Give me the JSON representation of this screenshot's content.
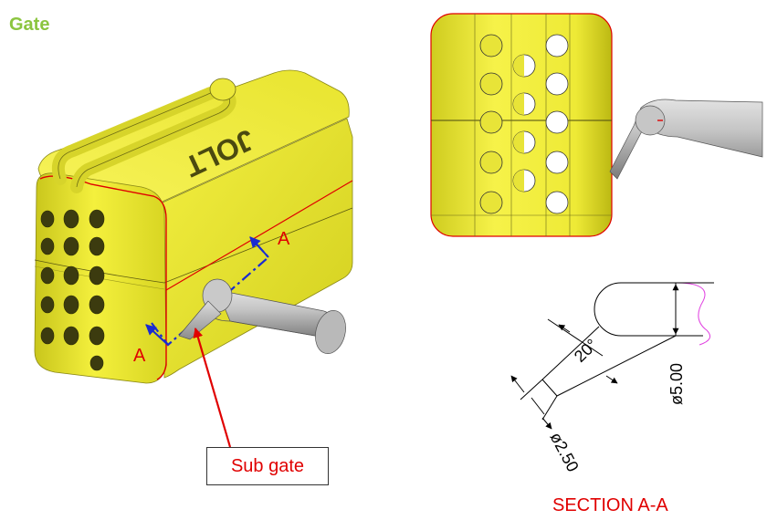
{
  "title": "Gate",
  "part_logo_text": "JOLT",
  "section_label": "A",
  "callout": "Sub gate",
  "section_title": "SECTION A-A",
  "dimensions": {
    "angle": "20°",
    "height": "ø5.00",
    "tip": "ø2.50"
  },
  "colors": {
    "part": "#f1ee3f",
    "gate": "#bdbdbd",
    "accent_red": "#e00000",
    "section_line": "#1a2bd1",
    "title_green": "#8bc53f"
  }
}
